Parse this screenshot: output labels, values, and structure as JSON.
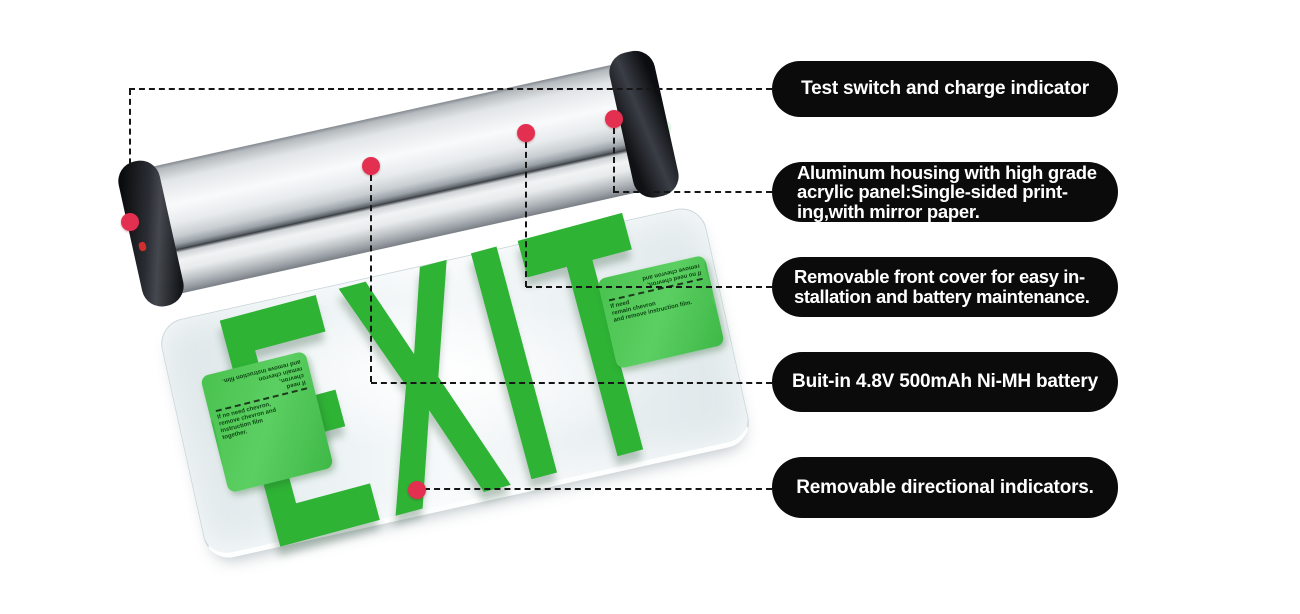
{
  "meta": {
    "description": "Annotated product photo of an edge-lit LED emergency EXIT sign with five feature callouts"
  },
  "colors": {
    "background": "#ffffff",
    "callout_bg": "#0b0b0b",
    "callout_text": "#ffffff",
    "marker_red": "#e43050",
    "exit_green": "#2eb335",
    "sticker_green": "#4fc455",
    "housing_silver": "#e8ebed",
    "cap_black": "#14161a"
  },
  "product": {
    "panel_text": "EXIT",
    "sticker_note_a": [
      "If need",
      "chevron,",
      "remain chevron",
      "and remove instruction film."
    ],
    "sticker_note_b": [
      "If no need chevron,",
      "remove chevron and",
      "instruction film",
      "together."
    ]
  },
  "callouts": [
    {
      "label": "Test switch and charge indicator",
      "lines": [
        "Test switch and charge indicator"
      ]
    },
    {
      "label": "Aluminum housing with high grade acrylic panel:Single-sided print-ing,with mirror paper.",
      "lines": [
        "Aluminum housing with high grade",
        "acrylic panel:Single-sided print-",
        "ing,with mirror paper."
      ]
    },
    {
      "label": "Removable front cover for easy in-stallation and battery maintenance.",
      "lines": [
        "Removable front cover for easy in-",
        "stallation and battery maintenance."
      ]
    },
    {
      "label": "Buit-in 4.8V 500mAh Ni-MH battery",
      "lines": [
        "Buit-in 4.8V 500mAh Ni-MH battery"
      ]
    },
    {
      "label": "Removable directional indicators.",
      "lines": [
        "Removable directional indicators."
      ]
    }
  ]
}
